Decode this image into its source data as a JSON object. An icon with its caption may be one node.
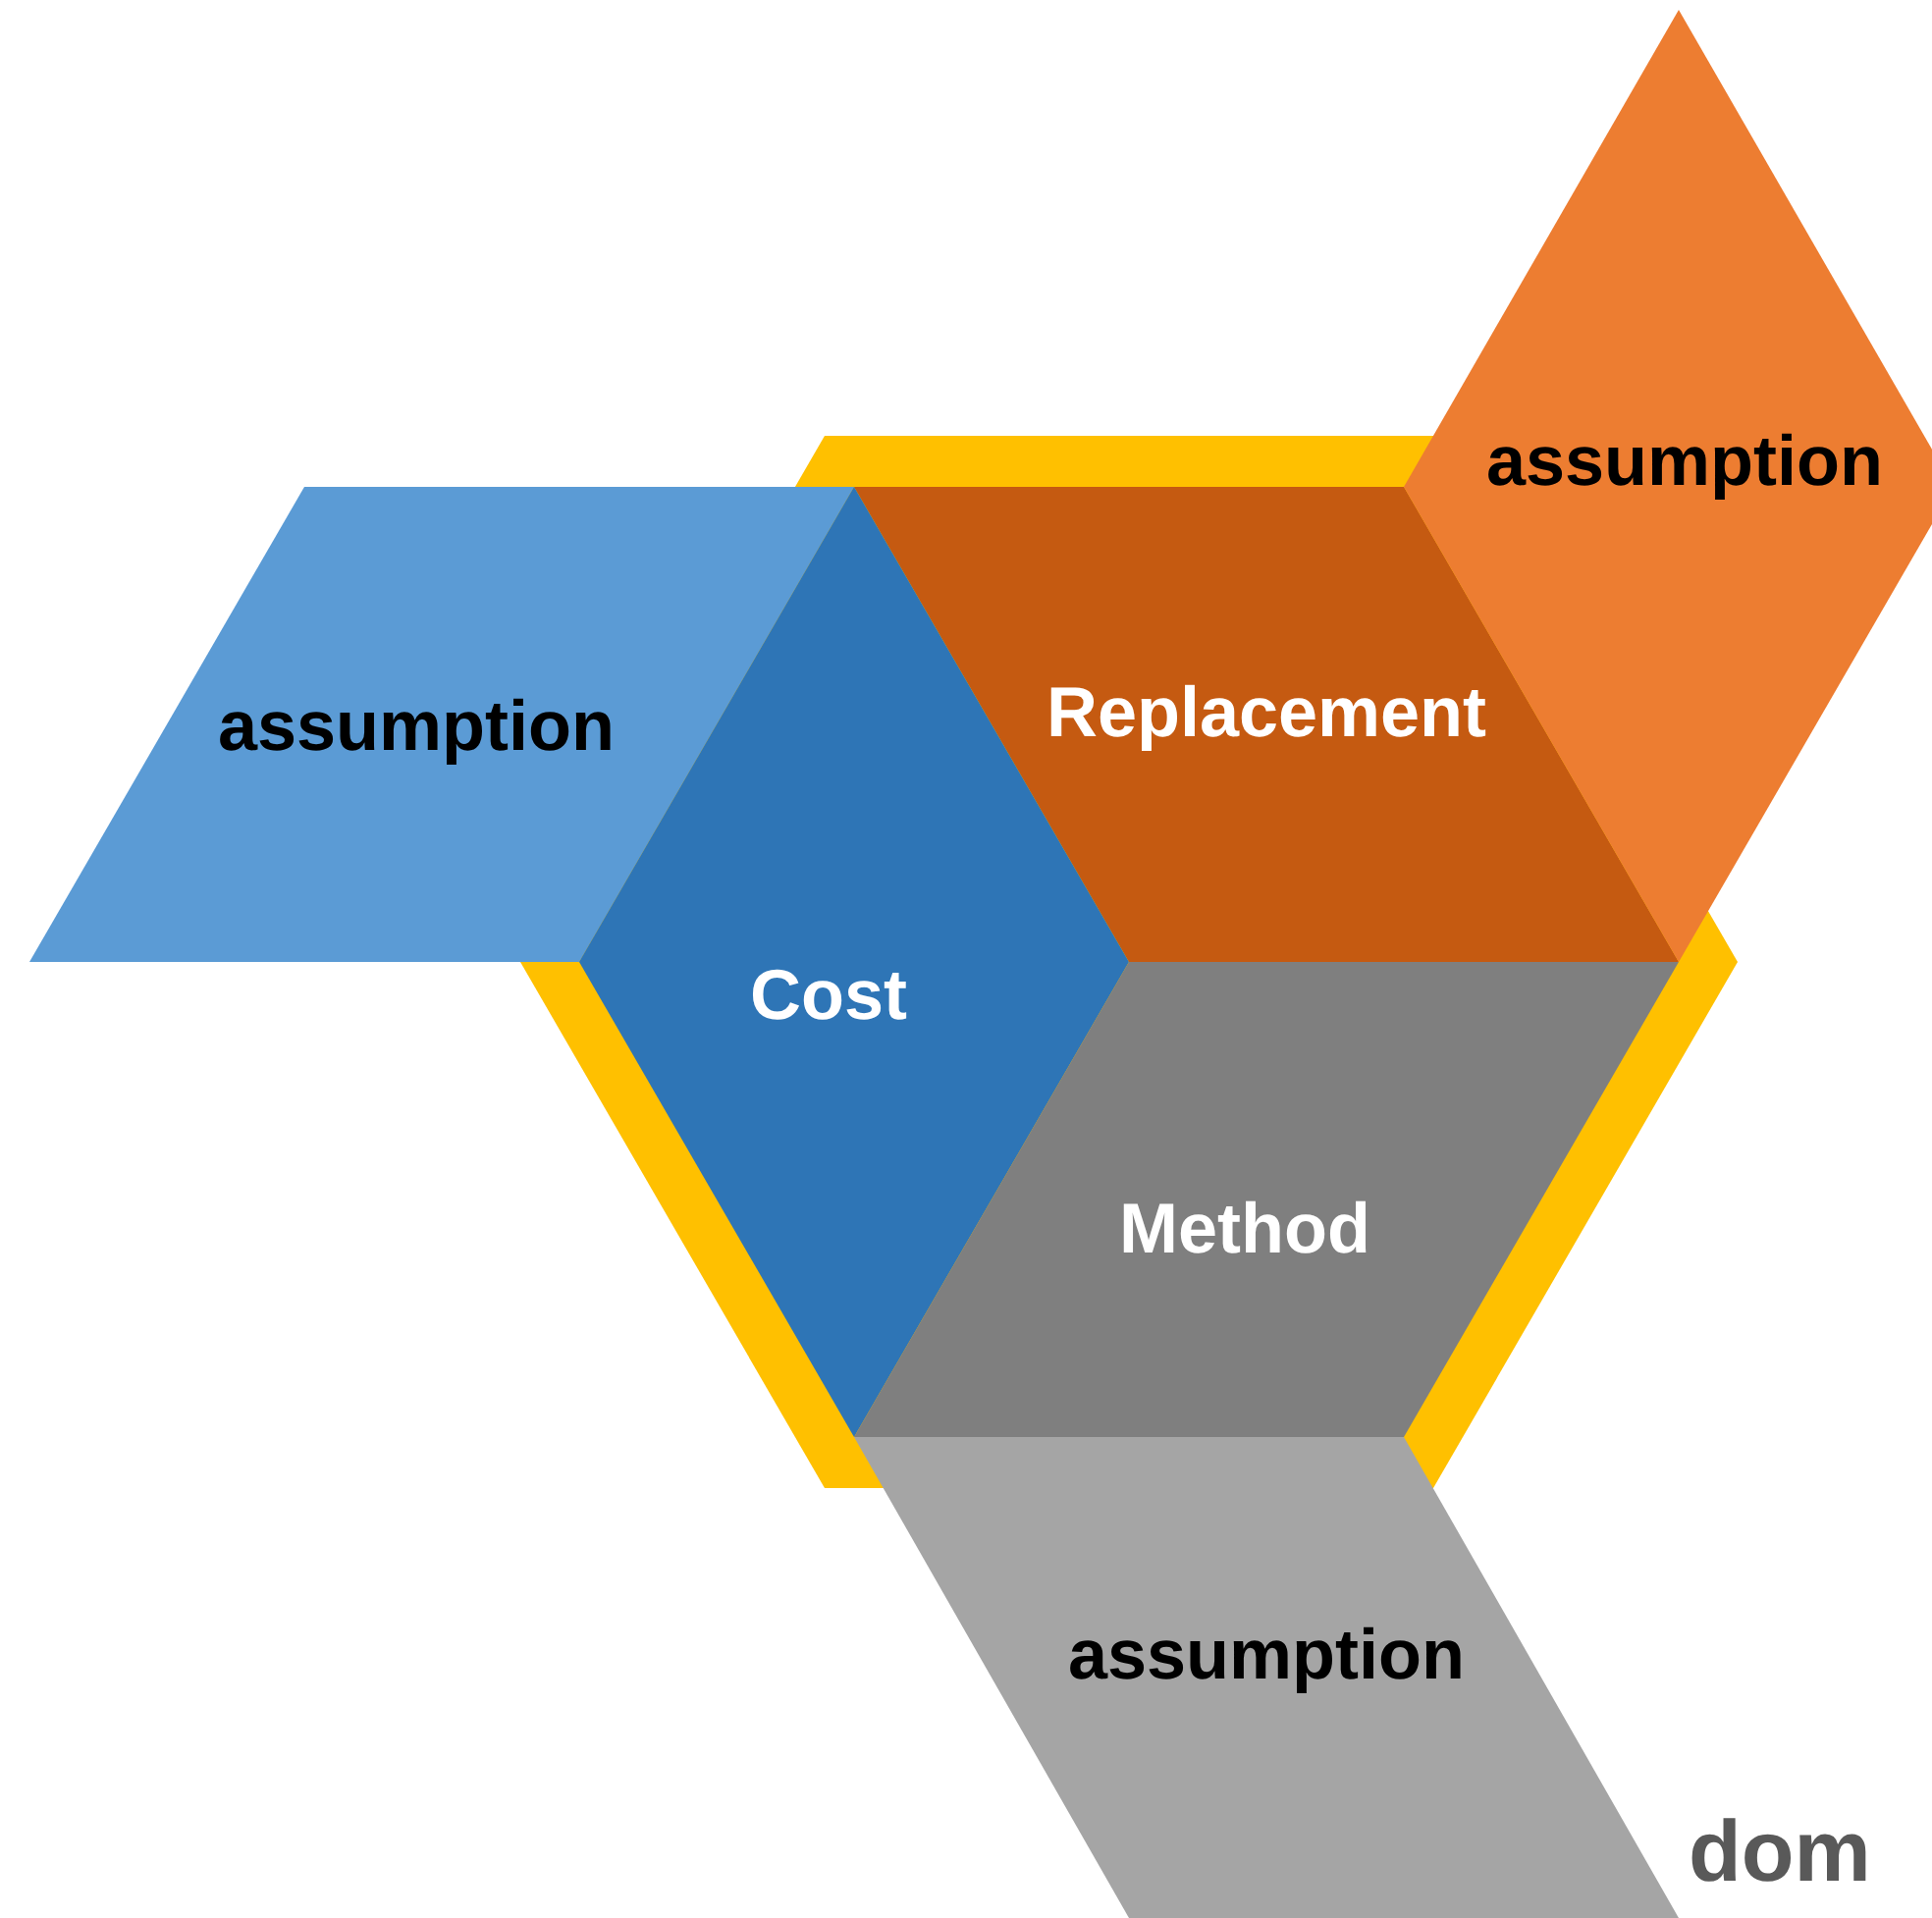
{
  "diagram": {
    "nodes": [
      {
        "text": [
          "assumption"
        ]
      },
      {
        "text": [
          "assumption"
        ]
      },
      {
        "text": [
          "Replacement"
        ]
      },
      {
        "text": [
          "Cost"
        ]
      },
      {
        "text": [
          "Method"
        ]
      },
      {
        "text": [
          "assumption"
        ]
      }
    ],
    "labels": [
      "dom"
    ]
  }
}
